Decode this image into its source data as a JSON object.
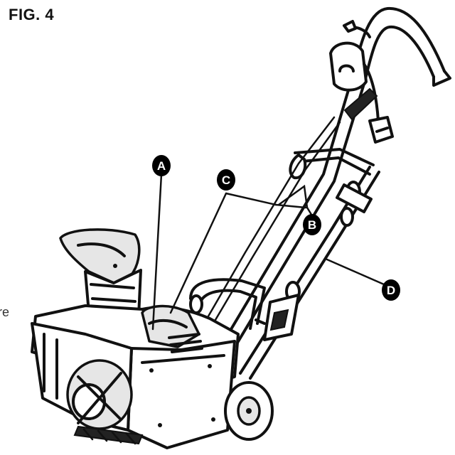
{
  "figure": {
    "title": "FIG. 4"
  },
  "stray_text": "re",
  "callouts": [
    {
      "id": "a",
      "label": "A"
    },
    {
      "id": "b",
      "label": "B"
    },
    {
      "id": "c",
      "label": "C"
    },
    {
      "id": "d",
      "label": "D"
    }
  ],
  "colors": {
    "line": "#111111",
    "background": "#ffffff",
    "callout_fill": "#000000",
    "callout_text": "#ffffff"
  }
}
